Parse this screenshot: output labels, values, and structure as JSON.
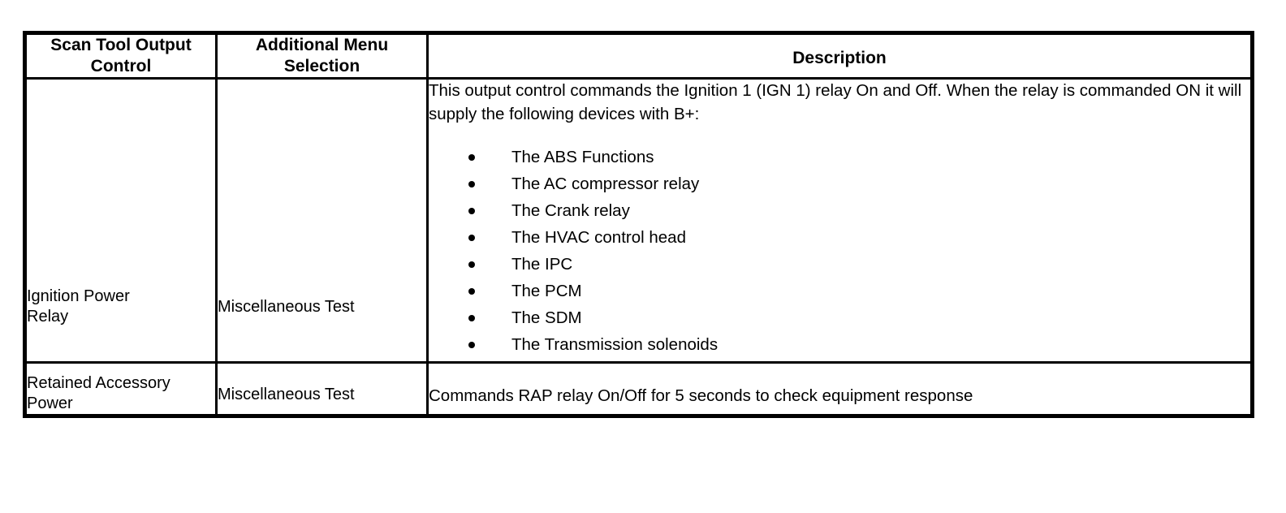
{
  "table": {
    "headers": [
      {
        "label": "Scan Tool Output\nControl",
        "name": "header-scan-tool-output-control"
      },
      {
        "label": "Additional Menu\nSelection",
        "name": "header-additional-menu-selection"
      },
      {
        "label": "Description",
        "name": "header-description"
      }
    ],
    "rows": [
      {
        "scan_tool_output_control": "Ignition Power\nRelay",
        "additional_menu_selection": "Miscellaneous Test",
        "description_intro": "This output control commands the Ignition 1 (IGN 1) relay On and Off. When the relay is commanded ON it will supply the following devices with B+:",
        "description_bullets": [
          "The ABS Functions",
          "The AC compressor relay",
          "The Crank relay",
          "The HVAC control head",
          "The IPC",
          "The PCM",
          "The SDM",
          "The Transmission solenoids"
        ]
      },
      {
        "scan_tool_output_control": "Retained Accessory\nPower",
        "additional_menu_selection": "Miscellaneous Test",
        "description_intro": "Commands RAP relay On/Off for 5 seconds to check equipment response",
        "description_bullets": []
      }
    ]
  },
  "colors": {
    "border": "#000000",
    "text": "#000000",
    "background": "#ffffff"
  }
}
